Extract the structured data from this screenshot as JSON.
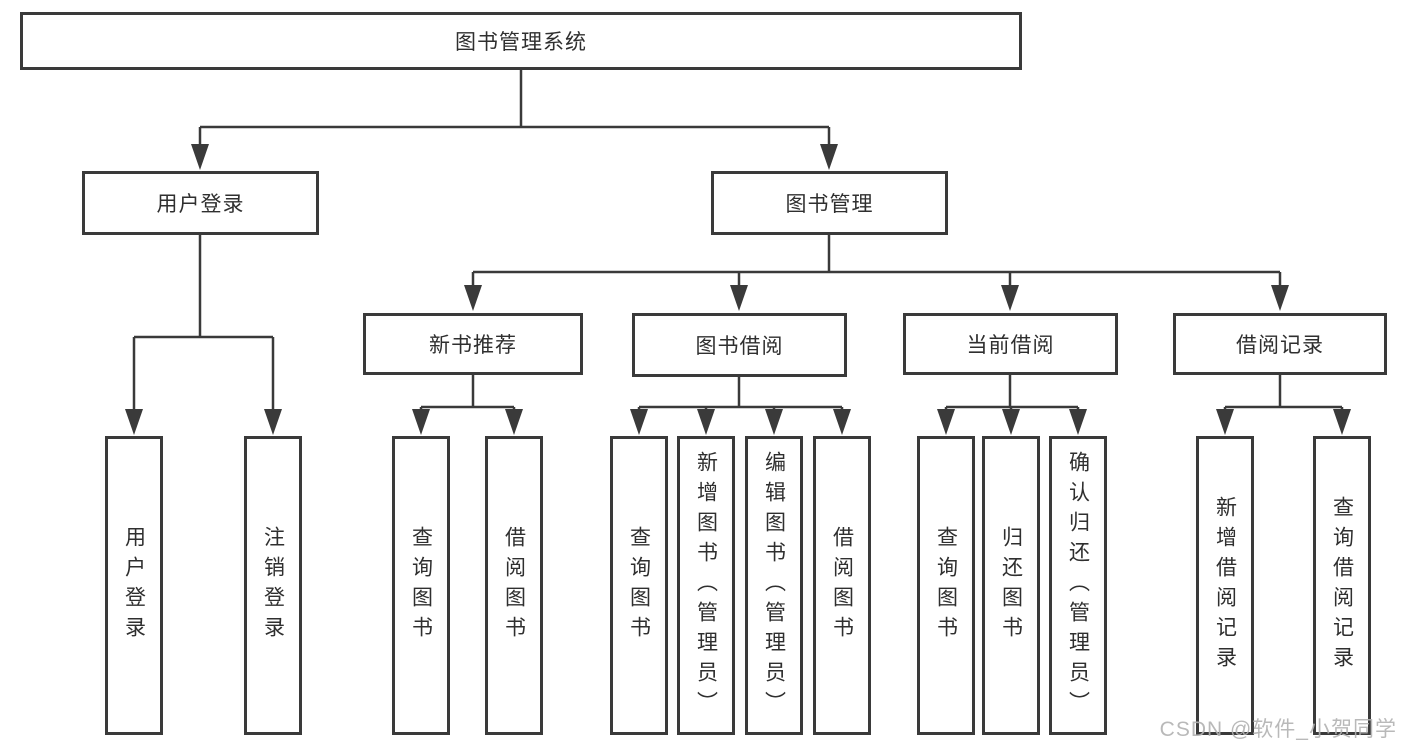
{
  "style": {
    "line_color": "#3a3a3a",
    "text_color": "#2f2f2f",
    "background": "#ffffff",
    "watermark_color": "#b2b2b2"
  },
  "tree": {
    "label": "图书管理系统",
    "children": [
      {
        "label": "用户登录",
        "children": [
          {
            "label": "用户登录"
          },
          {
            "label": "注销登录"
          }
        ]
      },
      {
        "label": "图书管理",
        "children": [
          {
            "label": "新书推荐",
            "children": [
              {
                "label": "查询图书"
              },
              {
                "label": "借阅图书"
              }
            ]
          },
          {
            "label": "图书借阅",
            "children": [
              {
                "label": "查询图书"
              },
              {
                "label": "新增图书（管理员）"
              },
              {
                "label": "编辑图书（管理员）"
              },
              {
                "label": "借阅图书"
              }
            ]
          },
          {
            "label": "当前借阅",
            "children": [
              {
                "label": "查询图书"
              },
              {
                "label": "归还图书"
              },
              {
                "label": "确认归还（管理员）"
              }
            ]
          },
          {
            "label": "借阅记录",
            "children": [
              {
                "label": "新增借阅记录"
              },
              {
                "label": "查询借阅记录"
              }
            ]
          }
        ]
      }
    ]
  },
  "watermark": {
    "text": "CSDN @软件_小贺同学"
  }
}
